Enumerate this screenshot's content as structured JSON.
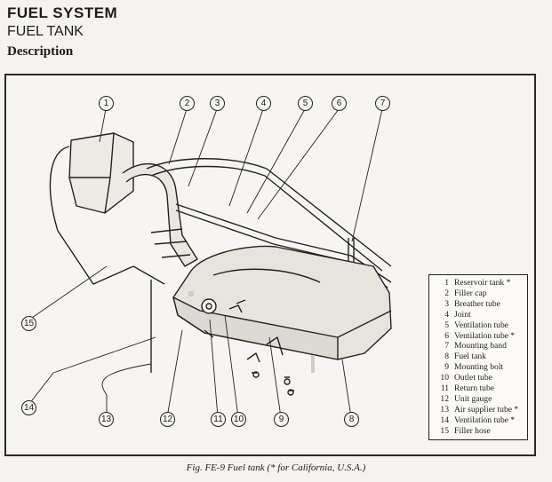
{
  "header": {
    "section": "FUEL SYSTEM",
    "subsection": "FUEL TANK",
    "heading": "Description"
  },
  "legend": [
    {
      "num": "1",
      "label": "Reservoir tank *"
    },
    {
      "num": "2",
      "label": "Filler cap"
    },
    {
      "num": "3",
      "label": "Breather tube"
    },
    {
      "num": "4",
      "label": "Joint"
    },
    {
      "num": "5",
      "label": "Ventilation tube"
    },
    {
      "num": "6",
      "label": "Ventilation tube *"
    },
    {
      "num": "7",
      "label": "Mounting band"
    },
    {
      "num": "8",
      "label": "Fuel tank"
    },
    {
      "num": "9",
      "label": "Mounting bolt"
    },
    {
      "num": "10",
      "label": "Outlet tube"
    },
    {
      "num": "11",
      "label": "Return tube"
    },
    {
      "num": "12",
      "label": "Unit gauge"
    },
    {
      "num": "13",
      "label": "Air supplier tube *"
    },
    {
      "num": "14",
      "label": "Ventilation tube *"
    },
    {
      "num": "15",
      "label": "Filler hose"
    }
  ],
  "callouts": {
    "c1": "1",
    "c2": "2",
    "c3": "3",
    "c4": "4",
    "c5": "5",
    "c6": "6",
    "c7": "7",
    "c8": "8",
    "c9": "9",
    "c10": "10",
    "c11": "11",
    "c12": "12",
    "c13": "13",
    "c14": "14",
    "c15": "15"
  },
  "caption": "Fig. FE-9  Fuel tank (* for California, U.S.A.)"
}
